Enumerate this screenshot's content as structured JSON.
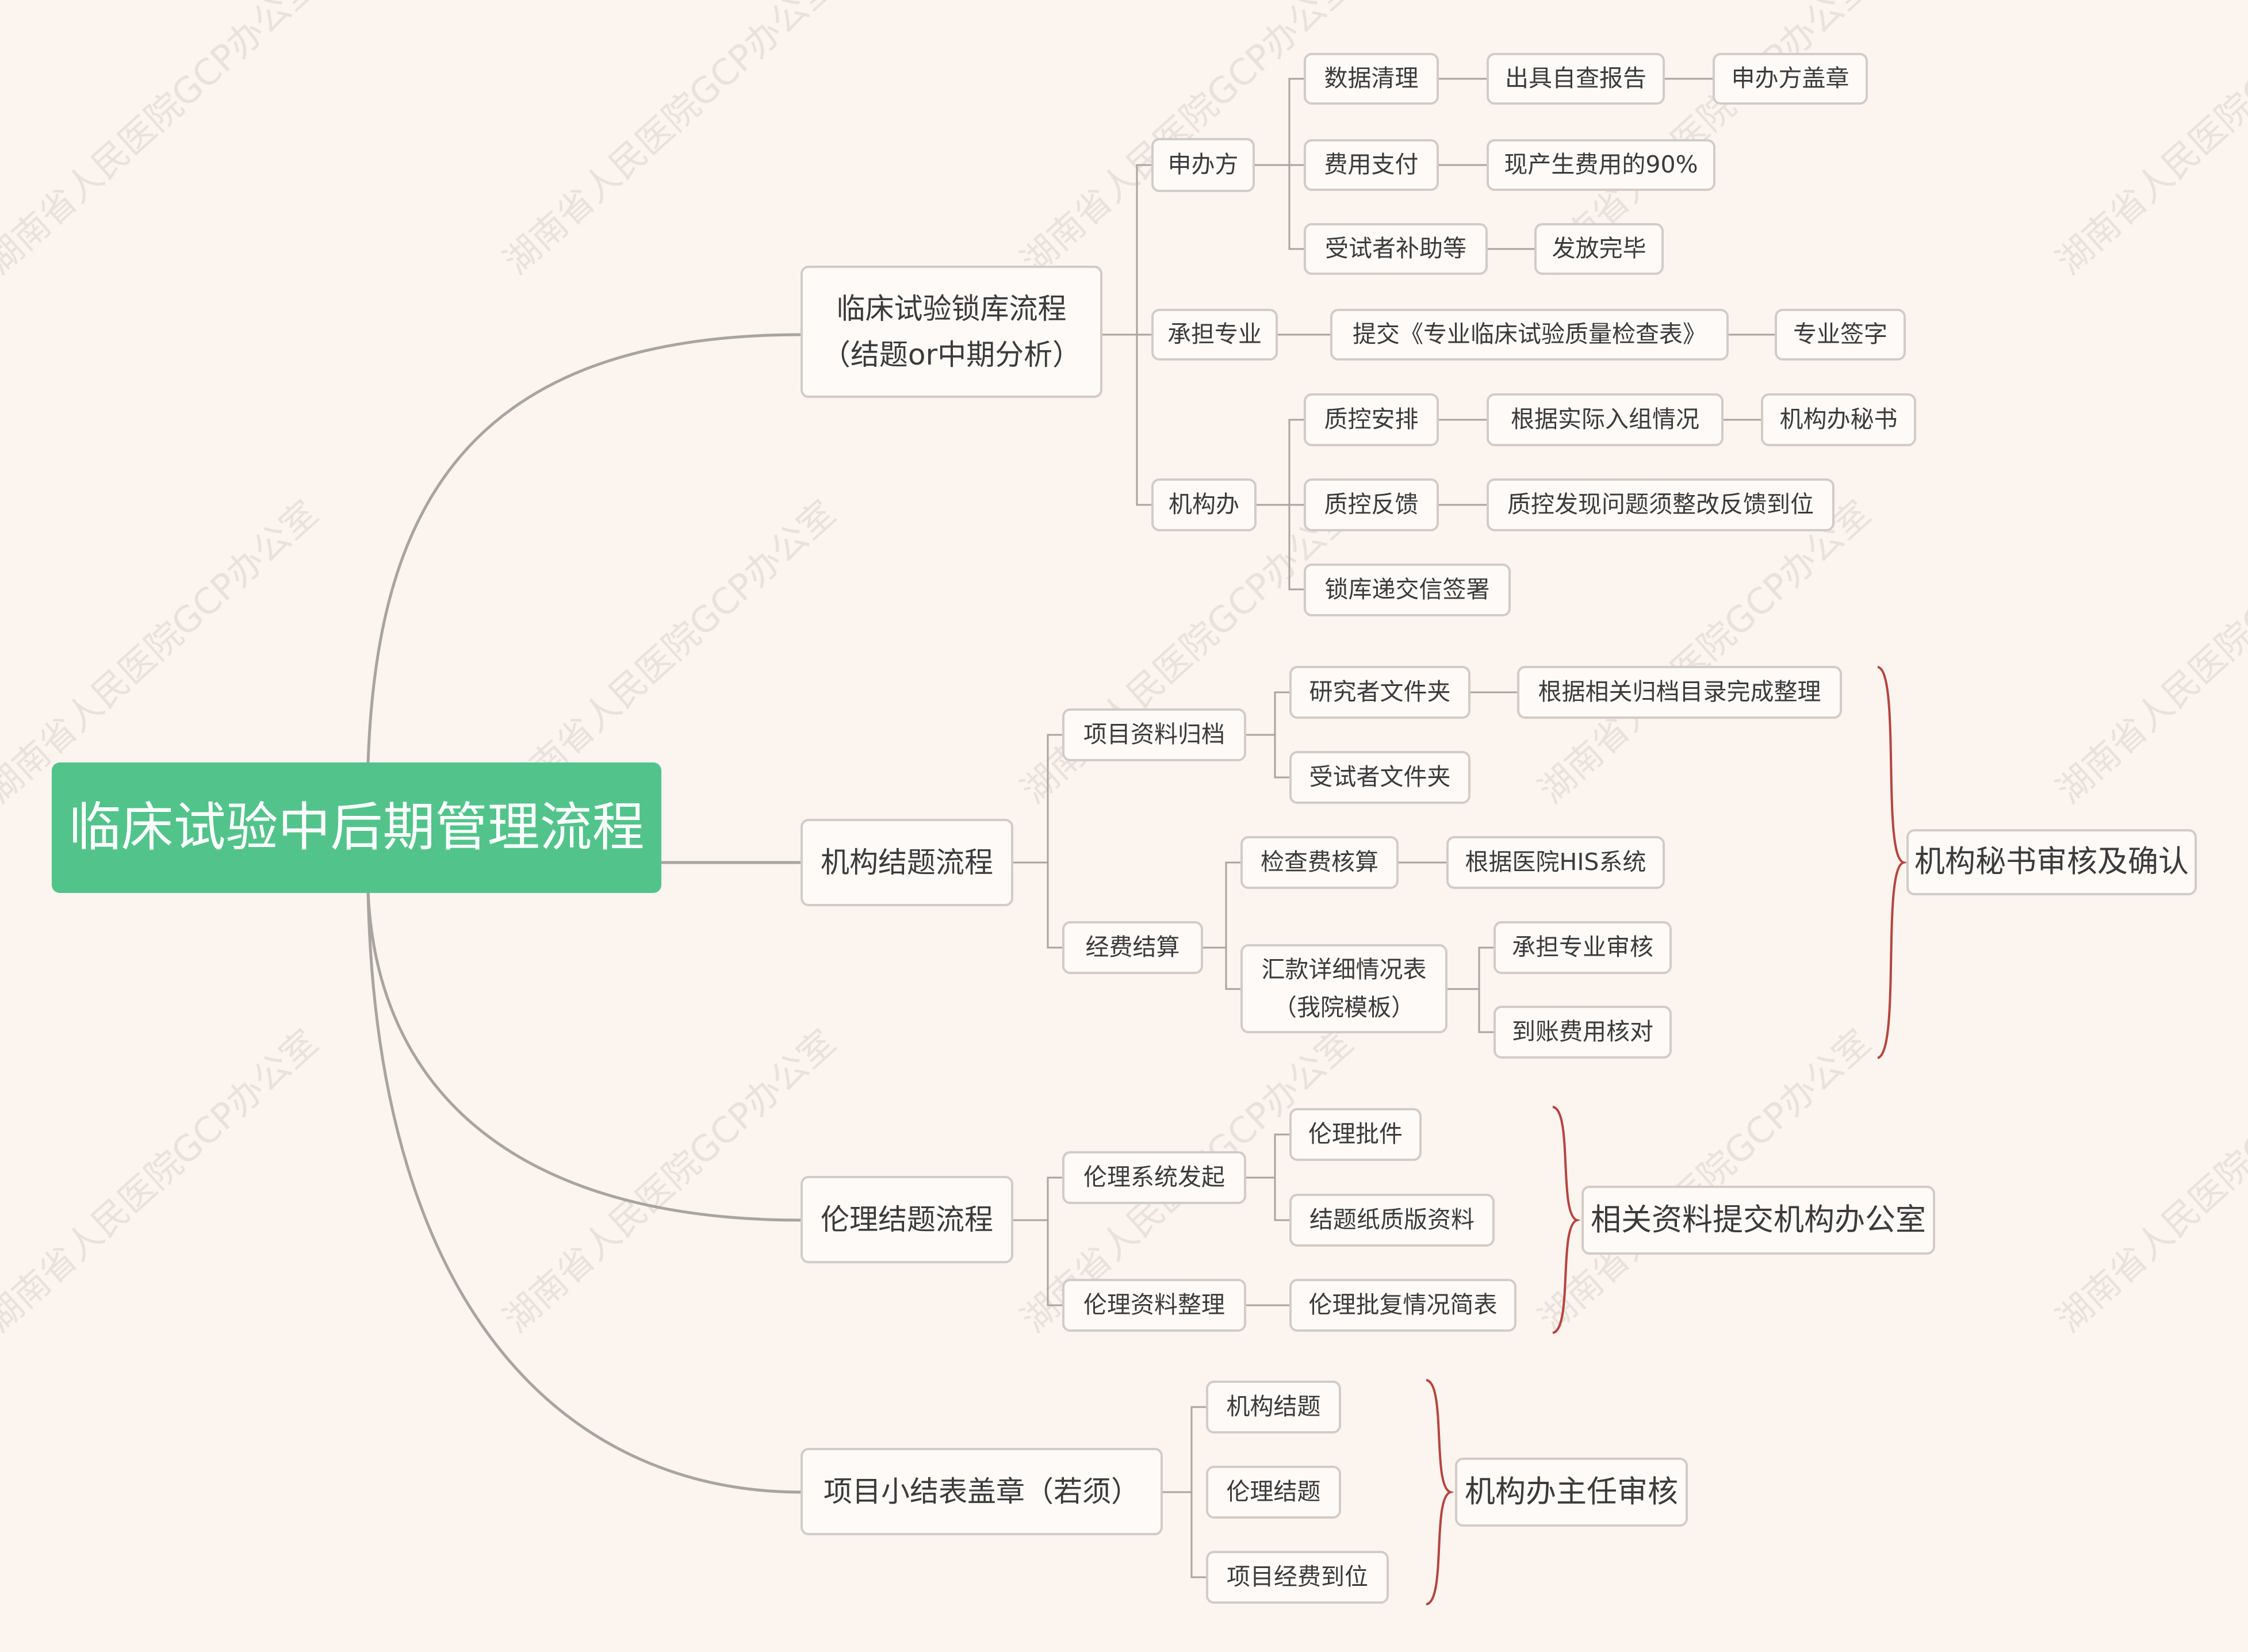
{
  "watermark": "湖南省人民医院GCP办公室",
  "root": "临床试验中后期管理流程",
  "branch1": {
    "line1": "临床试验锁库流程",
    "line2": "（结题or中期分析）",
    "sponsor": {
      "label": "申办方",
      "items": [
        {
          "a": "数据清理",
          "b": "出具自查报告",
          "c": "申办方盖章"
        },
        {
          "a": "费用支付",
          "b": "现产生费用的90%"
        },
        {
          "a": "受试者补助等",
          "b": "发放完毕"
        }
      ]
    },
    "dept": {
      "label": "承担专业",
      "b": "提交《专业临床试验质量检查表》",
      "c": "专业签字"
    },
    "office": {
      "label": "机构办",
      "items": [
        {
          "a": "质控安排",
          "b": "根据实际入组情况",
          "c": "机构办秘书"
        },
        {
          "a": "质控反馈",
          "b": "质控发现问题须整改反馈到位"
        },
        {
          "a": "锁库递交信签署"
        }
      ]
    }
  },
  "branch2": {
    "label": "机构结题流程",
    "archive": {
      "label": "项目资料归档",
      "items": [
        {
          "a": "研究者文件夹",
          "b": "根据相关归档目录完成整理"
        },
        {
          "a": "受试者文件夹"
        }
      ]
    },
    "fee": {
      "label": "经费结算",
      "check": {
        "a": "检查费核算",
        "b": "根据医院HIS系统"
      },
      "summary": {
        "line1": "汇款详细情况表",
        "line2": "（我院模板）",
        "items": [
          "承担专业审核",
          "到账费用核对"
        ]
      }
    },
    "brace_label": "机构秘书审核及确认"
  },
  "branch3": {
    "label": "伦理结题流程",
    "system": {
      "label": "伦理系统发起",
      "items": [
        "伦理批件",
        "结题纸质版资料"
      ]
    },
    "docs": {
      "label": "伦理资料整理",
      "b": "伦理批复情况简表"
    },
    "brace_label": "相关资料提交机构办公室"
  },
  "branch4": {
    "label": "项目小结表盖章（若须）",
    "items": [
      "机构结题",
      "伦理结题",
      "项目经费到位"
    ],
    "brace_label": "机构办主任审核"
  },
  "colors": {
    "root": "#52c48b",
    "line": "#a8a4a0",
    "brace": "#b5453f",
    "background": "#fbf4ef"
  }
}
